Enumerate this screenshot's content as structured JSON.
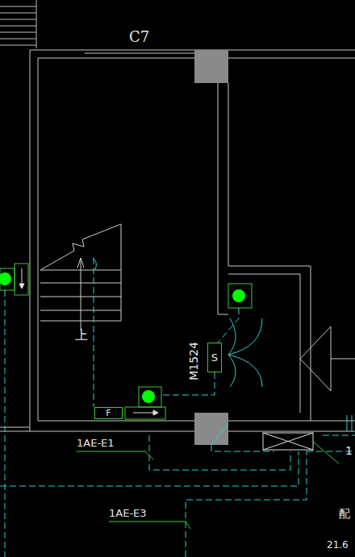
{
  "diagram": {
    "nodes": [
      {
        "text": [
          "S"
        ]
      },
      {
        "text": [
          "F"
        ]
      }
    ],
    "labels": [
      "C7",
      "上",
      "M1524",
      "1AE-E1",
      "1AE-E3",
      "配",
      "21.6",
      "1"
    ]
  }
}
